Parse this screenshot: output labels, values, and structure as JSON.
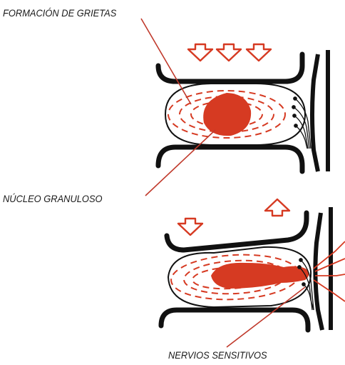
{
  "labels": {
    "grietas": "FORMACIÓN DE GRIETAS",
    "nucleo": "NÚCLEO GRANULOSO",
    "nervios": "NERVIOS SENSITIVOS"
  },
  "colors": {
    "nucleus": "#d63a22",
    "bone": "#111111",
    "pointer": "#c0392b",
    "background": "#ffffff"
  },
  "panels": [
    {
      "state": "normal",
      "arrows": 3
    },
    {
      "state": "herniated",
      "arrows": 2
    }
  ]
}
